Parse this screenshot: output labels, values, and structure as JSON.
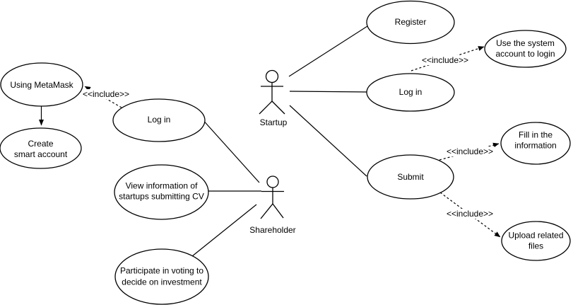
{
  "diagram": {
    "include_label": "<<include>>",
    "actors": {
      "startup": {
        "label": "Startup"
      },
      "shareholder": {
        "label": "Shareholder"
      }
    },
    "use_cases": {
      "using_metamask": {
        "lines": [
          "Using MetaMask"
        ]
      },
      "create_smart_account": {
        "lines": [
          "Create",
          "smart account"
        ]
      },
      "login_left": {
        "lines": [
          "Log in"
        ]
      },
      "view_information": {
        "lines": [
          "View information of",
          "startups submitting CV"
        ]
      },
      "participate_voting": {
        "lines": [
          "Participate in voting to",
          "decide on investment"
        ]
      },
      "register": {
        "lines": [
          "Register"
        ]
      },
      "use_system_account": {
        "lines": [
          "Use the system",
          "account to login"
        ]
      },
      "login_right": {
        "lines": [
          "Log in"
        ]
      },
      "submit": {
        "lines": [
          "Submit"
        ]
      },
      "fill_information": {
        "lines": [
          "Fill in the",
          "information"
        ]
      },
      "upload_files": {
        "lines": [
          "Upload related",
          "files"
        ]
      }
    },
    "associations": [
      {
        "from": "Startup",
        "to": "Register"
      },
      {
        "from": "Startup",
        "to": "Log in"
      },
      {
        "from": "Startup",
        "to": "Submit"
      },
      {
        "from": "Shareholder",
        "to": "Log in"
      },
      {
        "from": "Shareholder",
        "to": "View information of startups submitting CV"
      },
      {
        "from": "Shareholder",
        "to": "Participate in voting to decide on investment"
      }
    ],
    "includes": [
      {
        "from": "Log in",
        "to": "Using MetaMask"
      },
      {
        "from": "Log in",
        "to": "Use the system account to login"
      },
      {
        "from": "Submit",
        "to": "Fill in the information"
      },
      {
        "from": "Submit",
        "to": "Upload related files"
      }
    ],
    "directed_edges": [
      {
        "from": "Using MetaMask",
        "to": "Create smart account"
      }
    ],
    "colors": {
      "stroke": "#000000",
      "background": "#ffffff"
    }
  }
}
